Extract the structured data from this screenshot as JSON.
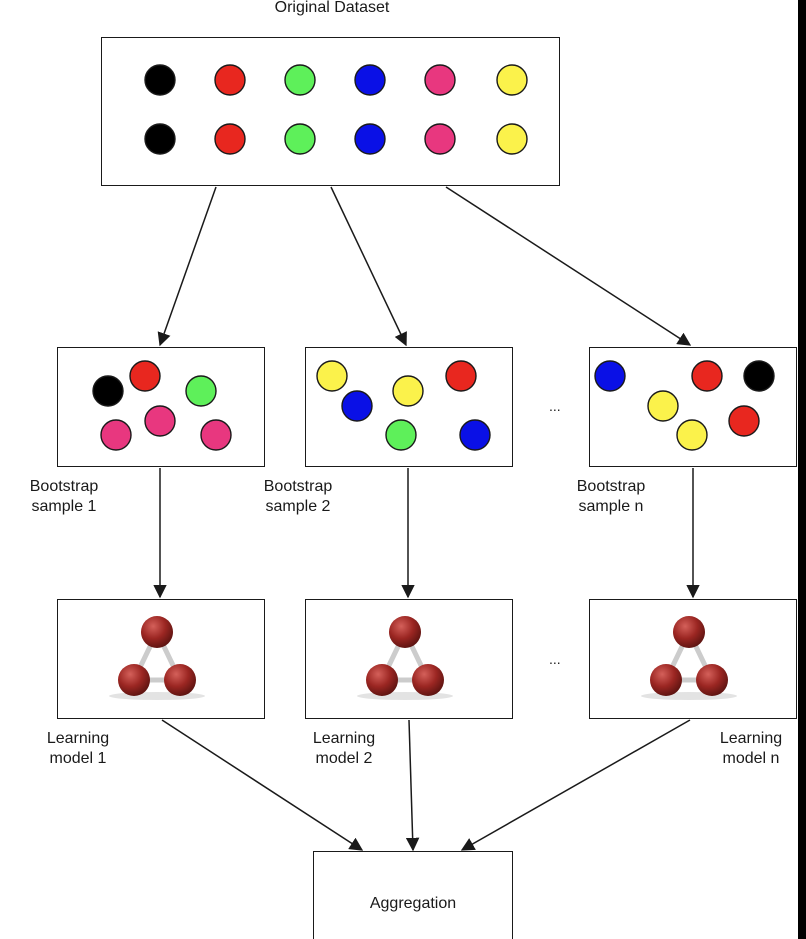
{
  "title": "Original Dataset",
  "colors": {
    "black": "#000000",
    "red": "#e8271f",
    "green": "#5ef05a",
    "blue": "#0a10e6",
    "pink": "#e8377f",
    "yellow": "#fbf24b",
    "model_node": "#9b2622",
    "model_edge": "#cccccc"
  },
  "original_dataset": {
    "rows": [
      [
        "black",
        "red",
        "green",
        "blue",
        "pink",
        "yellow"
      ],
      [
        "black",
        "red",
        "green",
        "blue",
        "pink",
        "yellow"
      ]
    ]
  },
  "bootstrap_samples": [
    {
      "label_line1": "Bootstrap",
      "label_line2": "sample 1",
      "points": [
        "black",
        "red",
        "green",
        "pink",
        "pink",
        "pink"
      ]
    },
    {
      "label_line1": "Bootstrap",
      "label_line2": "sample 2",
      "points": [
        "yellow",
        "blue",
        "yellow",
        "red",
        "green",
        "blue"
      ]
    },
    {
      "label_line1": "Bootstrap",
      "label_line2": "sample n",
      "points": [
        "blue",
        "red",
        "black",
        "yellow",
        "red",
        "yellow"
      ]
    }
  ],
  "learning_models": [
    {
      "label_line1": "Learning",
      "label_line2": "model 1",
      "icon": "triangle-network-icon"
    },
    {
      "label_line1": "Learning",
      "label_line2": "model 2",
      "icon": "triangle-network-icon"
    },
    {
      "label_line1": "Learning",
      "label_line2": "model n",
      "icon": "triangle-network-icon"
    }
  ],
  "ellipsis": "...",
  "aggregation": {
    "label": "Aggregation"
  }
}
